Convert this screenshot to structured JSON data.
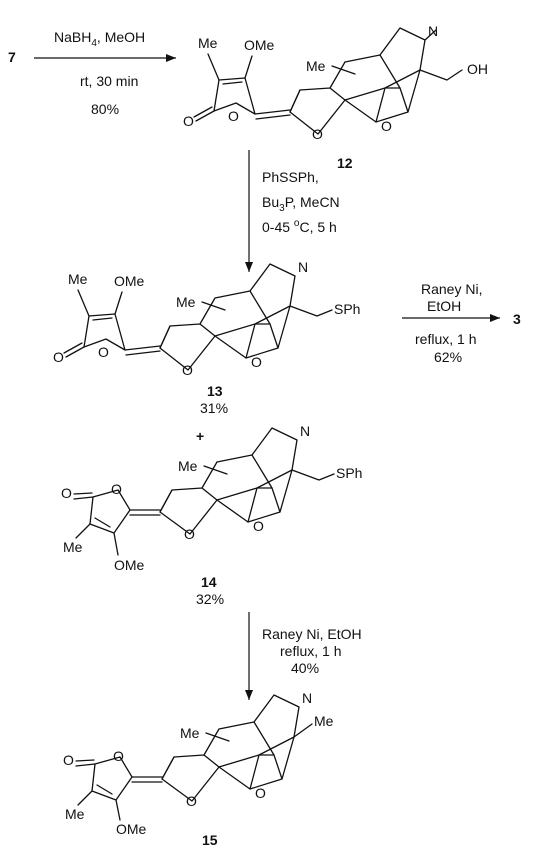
{
  "compounds": {
    "start": "7",
    "c12": "12",
    "c13": "13",
    "c14": "14",
    "c15": "15",
    "product": "3",
    "plus": "+"
  },
  "yields": {
    "c13": "31%",
    "c14": "32%"
  },
  "steps": {
    "step1": {
      "line1": "NaBH",
      "line1_sub": "4",
      "line1_rest": ", MeOH",
      "line2": "rt, 30 min",
      "line3": "80%"
    },
    "step2": {
      "line1": "PhSSPh,",
      "line2": "Bu",
      "line2_sub": "3",
      "line2_rest": "P, MeCN",
      "line3": "0-45 ",
      "line3_sup": "o",
      "line3_rest": "C, 5 h"
    },
    "step3": {
      "line1": "Raney Ni,",
      "line2": "EtOH",
      "line3": "reflux, 1 h",
      "line4": "62%"
    },
    "step4": {
      "line1": "Raney Ni, EtOH",
      "line2": "reflux, 1 h",
      "line3": "40%"
    }
  },
  "labels": {
    "me": "Me",
    "ome": "OMe",
    "o": "O",
    "n": "N",
    "oh": "OH",
    "sph": "SPh"
  }
}
